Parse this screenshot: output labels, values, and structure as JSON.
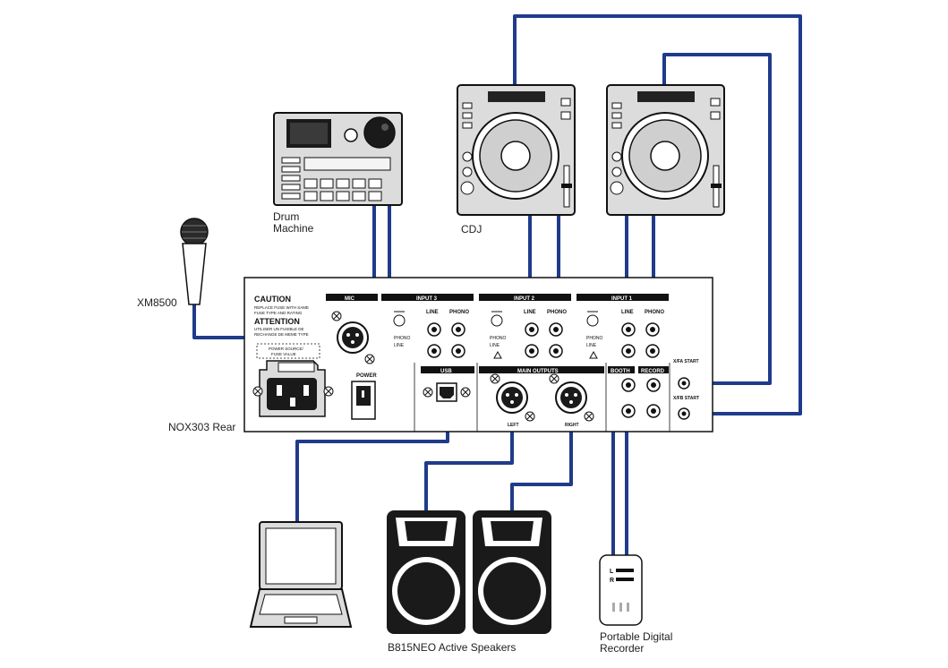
{
  "labels": {
    "drum_machine_line1": "Drum",
    "drum_machine_line2": "Machine",
    "cdj": "CDJ",
    "xm8500": "XM8500",
    "nox303_rear": "NOX303 Rear",
    "speakers": "B815NEO Active Speakers",
    "recorder_line1": "Portable Digital",
    "recorder_line2": "Recorder"
  },
  "panel": {
    "caution_title": "CAUTION",
    "caution_text1": "REPLACE FUSE WITH SAME",
    "caution_text2": "FUSE TYPE AND RATING",
    "attention_title": "ATTENTION",
    "attention_text1": "UTILISER UN FUSIBLE DE",
    "attention_text2": "RECHANGE DE MEME TYPE",
    "power_source": "POWER SOURCE/",
    "fuse_value": "FUSE VALUE",
    "mic": "MIC",
    "power": "POWER",
    "input3": "INPUT 3",
    "input2": "INPUT 2",
    "input1": "INPUT 1",
    "line": "LINE",
    "phono": "PHONO",
    "usb": "USB",
    "main_outputs": "MAIN OUTPUTS",
    "left": "LEFT",
    "right": "RIGHT",
    "booth": "BOOTH",
    "record": "RECORD",
    "xfa_start": "X/FA START",
    "xfb_start": "X/FB START"
  },
  "recorder": {
    "l": "L",
    "r": "R"
  },
  "colors": {
    "cable": "#1f3b8a",
    "device_fill": "#dcdcdc",
    "outline": "#111111"
  }
}
